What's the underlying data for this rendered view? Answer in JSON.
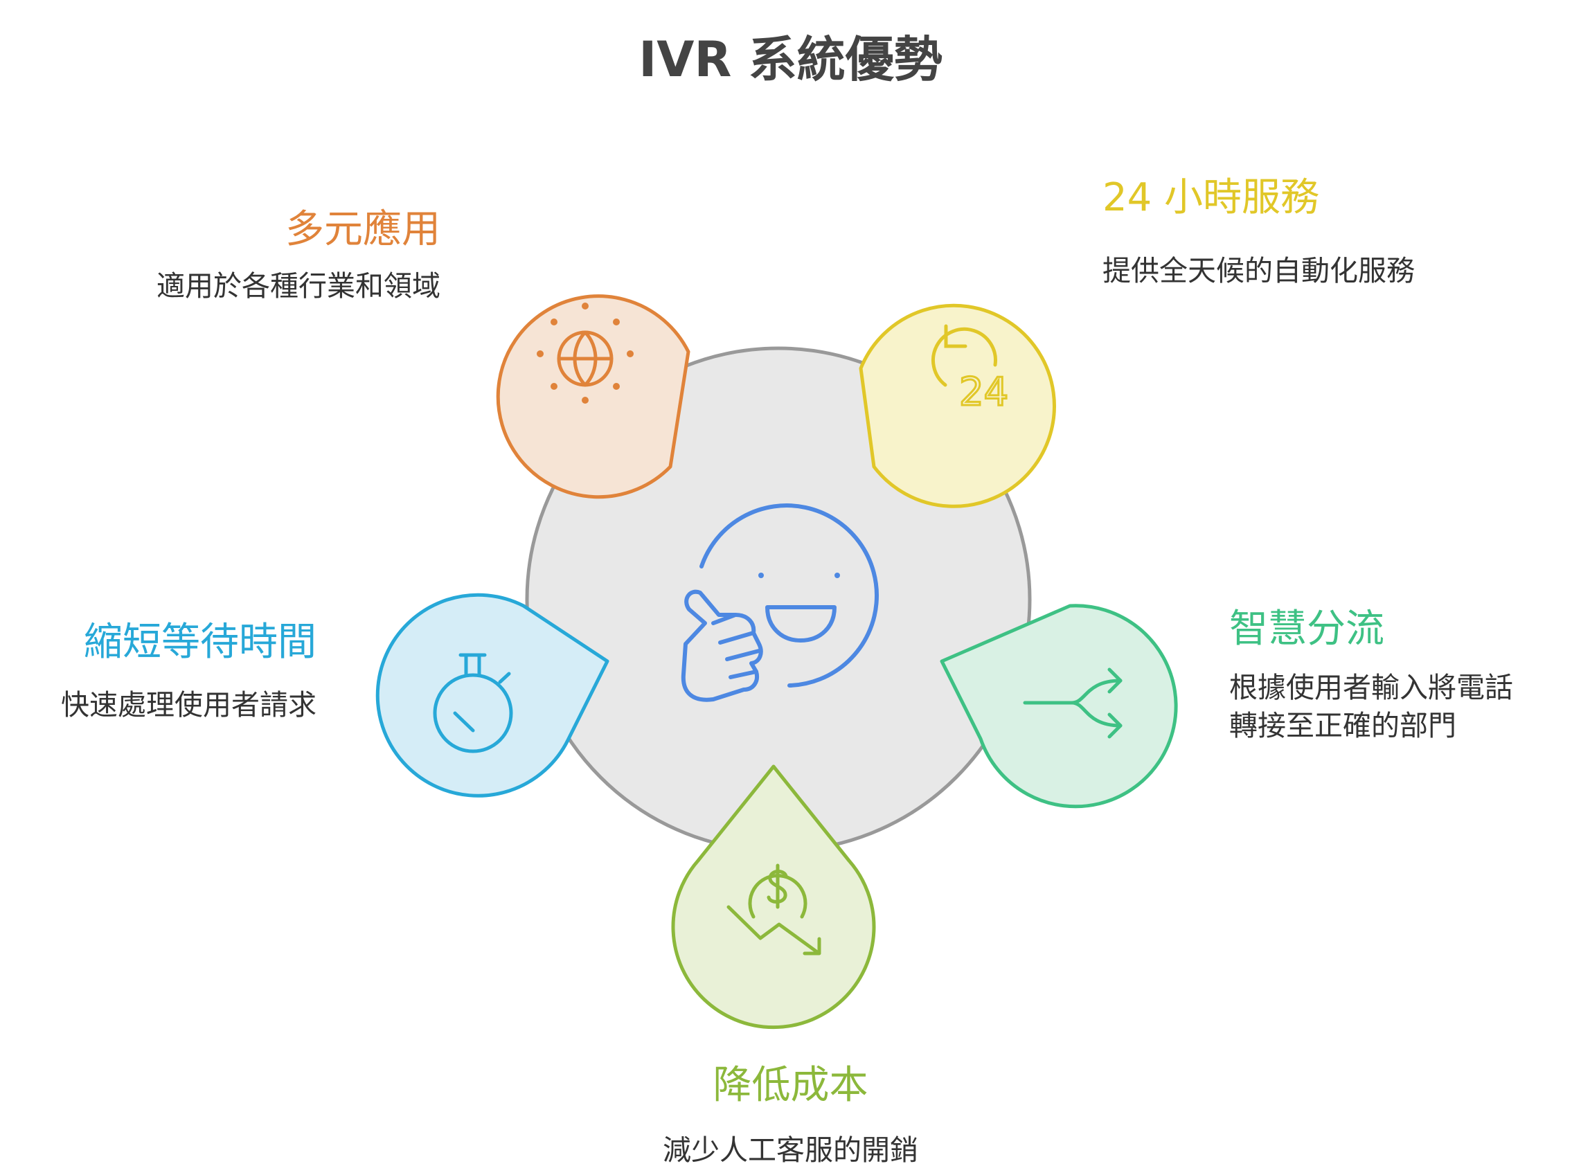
{
  "title": "IVR 系統優勢",
  "items": [
    {
      "label": "多元應用",
      "description": "適用於各種行業和領域",
      "color": "#E0833A",
      "fill": "#F6E4D5",
      "icon": "globe-icon"
    },
    {
      "label": "24 小時服務",
      "description": "提供全天候的自動化服務",
      "color": "#E1C728",
      "fill": "#F8F3CB",
      "icon": "clock-24-icon"
    },
    {
      "label": "智慧分流",
      "description_lines": [
        "根據使用者輸入將電話",
        "轉接至正確的部門"
      ],
      "color": "#3EC184",
      "fill": "#D9F1E4",
      "icon": "split-arrow-icon"
    },
    {
      "label": "降低成本",
      "description": "減少人工客服的開銷",
      "color": "#8CB83B",
      "fill": "#E9F1D7",
      "icon": "cost-down-icon"
    },
    {
      "label": "縮短等待時間",
      "description": "快速處理使用者請求",
      "color": "#27A8D8",
      "fill": "#D5EDF7",
      "icon": "stopwatch-icon"
    }
  ],
  "center": {
    "icon": "happy-thumbs-up-icon",
    "color": "#4D88E2",
    "fill": "#E8E8E8",
    "stroke": "#999999"
  },
  "text_color": "#333333",
  "title_color": "#444444"
}
